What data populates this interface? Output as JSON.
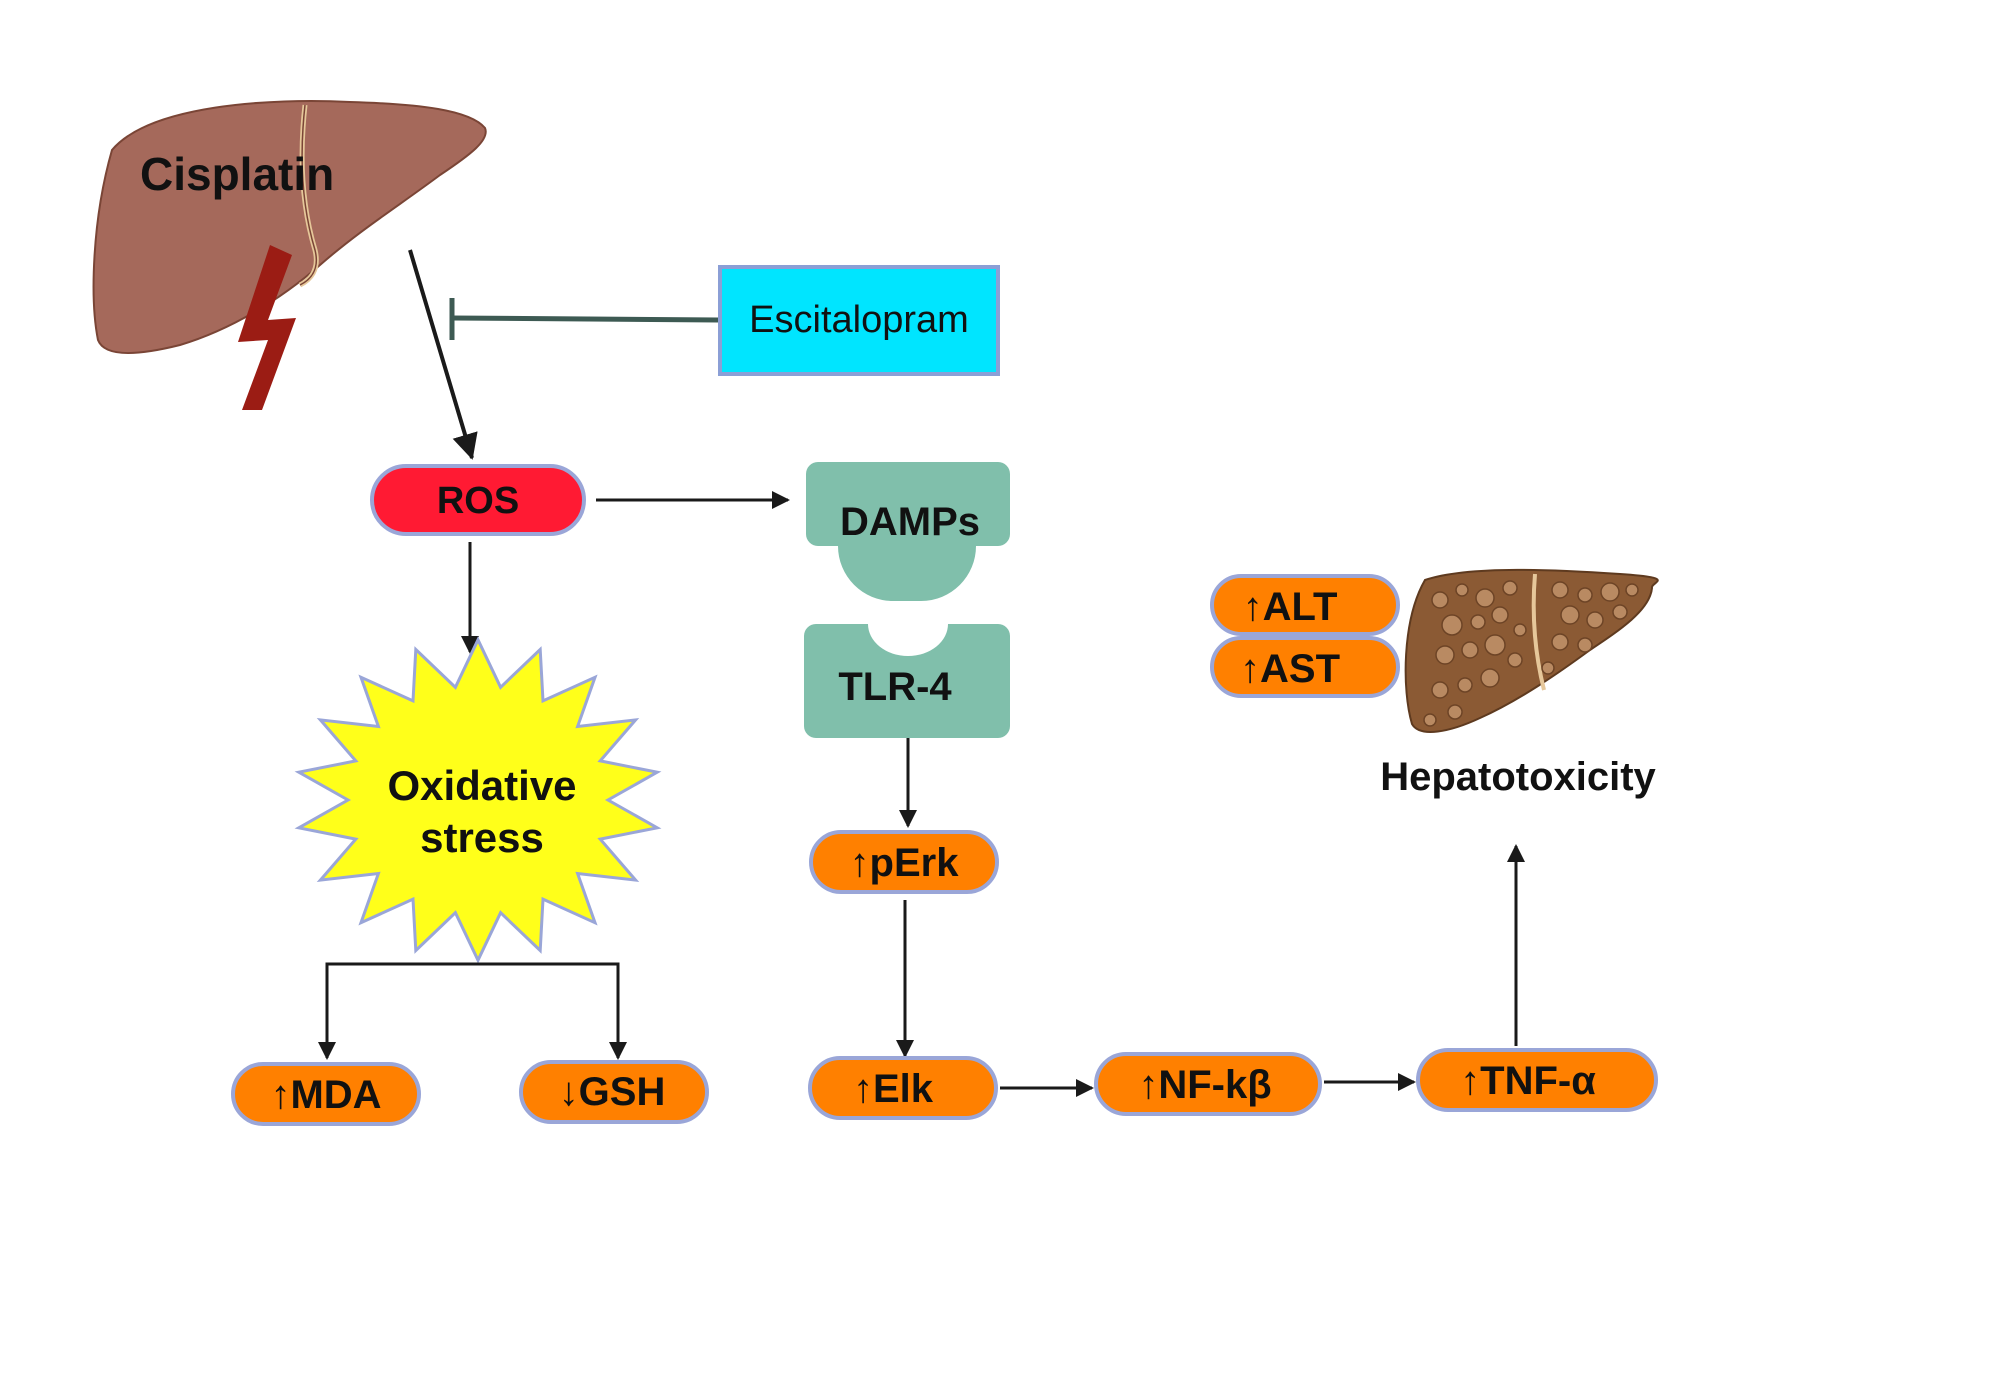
{
  "labels": {
    "cisplatin": "Cisplatin",
    "escitalopram": "Escitalopram",
    "ros": "ROS",
    "damps": "DAMPs",
    "tlr4": "TLR-4",
    "oxidative_line1": "Oxidative",
    "oxidative_line2": "stress",
    "perk": "pErk",
    "elk": "Elk",
    "nfkb": "NF-kβ",
    "tnfa": "TNF-α",
    "mda": "MDA",
    "gsh": "GSH",
    "alt": "ALT",
    "ast": "AST",
    "hepatotoxicity": "Hepatotoxicity"
  },
  "arrows": {
    "up": "↑",
    "down": "↓"
  },
  "colors": {
    "liver": "#a5695b",
    "liver_dark": "#7a4536",
    "lightning": "#9b1c14",
    "escitalopram_fill": "#00e5ff",
    "escitalopram_border": "#8b9fd6",
    "ros_fill": "#ff1a33",
    "pill_fill": "#ff8000",
    "pill_border": "#9aa6d8",
    "receptor": "#80bfab",
    "starburst_fill": "#ffff1a",
    "starburst_border": "#9aa6d8",
    "inhibitor": "#3d5a53",
    "arrow": "#1a1a1a",
    "diseased_liver": "#8b5a34"
  }
}
